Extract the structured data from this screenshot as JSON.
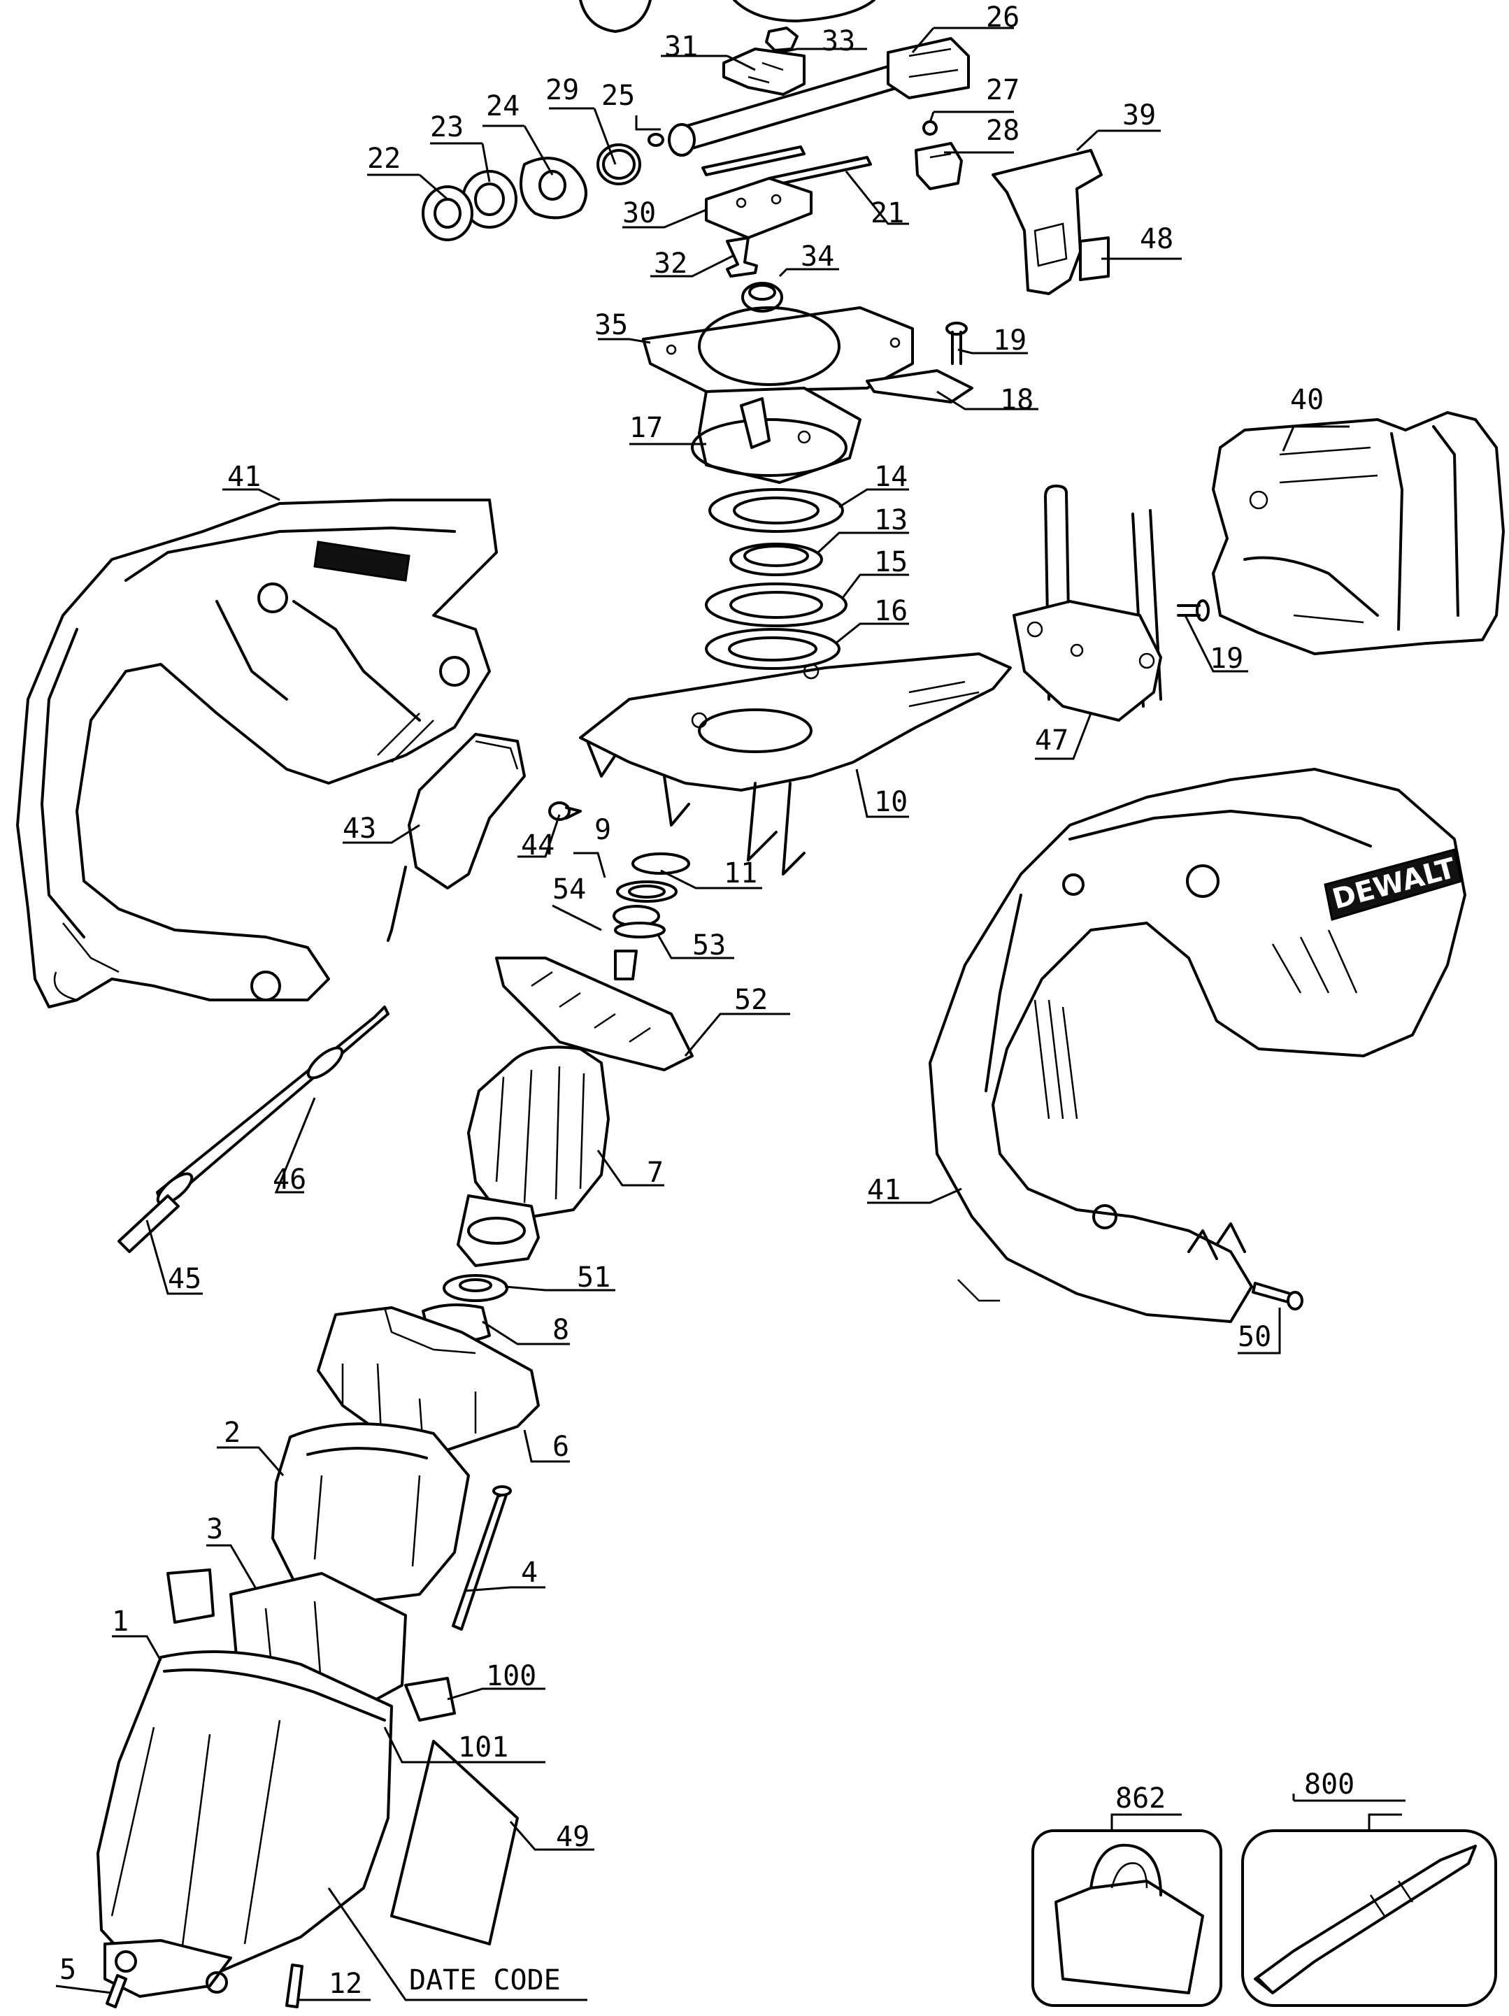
{
  "brand": "DEWALT",
  "callouts": [
    {
      "id": "c1",
      "label": "1"
    },
    {
      "id": "c2",
      "label": "2"
    },
    {
      "id": "c3",
      "label": "3"
    },
    {
      "id": "c4",
      "label": "4"
    },
    {
      "id": "c5",
      "label": "5"
    },
    {
      "id": "c6",
      "label": "6"
    },
    {
      "id": "c7",
      "label": "7"
    },
    {
      "id": "c8",
      "label": "8"
    },
    {
      "id": "c9",
      "label": "9"
    },
    {
      "id": "c10",
      "label": "10"
    },
    {
      "id": "c11",
      "label": "11"
    },
    {
      "id": "c12",
      "label": "12"
    },
    {
      "id": "c13",
      "label": "13"
    },
    {
      "id": "c14",
      "label": "14"
    },
    {
      "id": "c15",
      "label": "15"
    },
    {
      "id": "c16",
      "label": "16"
    },
    {
      "id": "c17",
      "label": "17"
    },
    {
      "id": "c18",
      "label": "18"
    },
    {
      "id": "c19a",
      "label": "19"
    },
    {
      "id": "c19b",
      "label": "19"
    },
    {
      "id": "c21",
      "label": "21"
    },
    {
      "id": "c22",
      "label": "22"
    },
    {
      "id": "c23",
      "label": "23"
    },
    {
      "id": "c24",
      "label": "24"
    },
    {
      "id": "c25",
      "label": "25"
    },
    {
      "id": "c26",
      "label": "26"
    },
    {
      "id": "c27",
      "label": "27"
    },
    {
      "id": "c28",
      "label": "28"
    },
    {
      "id": "c29",
      "label": "29"
    },
    {
      "id": "c30",
      "label": "30"
    },
    {
      "id": "c31",
      "label": "31"
    },
    {
      "id": "c32",
      "label": "32"
    },
    {
      "id": "c33",
      "label": "33"
    },
    {
      "id": "c34",
      "label": "34"
    },
    {
      "id": "c35",
      "label": "35"
    },
    {
      "id": "c39",
      "label": "39"
    },
    {
      "id": "c40",
      "label": "40"
    },
    {
      "id": "c41a",
      "label": "41"
    },
    {
      "id": "c41b",
      "label": "41"
    },
    {
      "id": "c43",
      "label": "43"
    },
    {
      "id": "c44",
      "label": "44"
    },
    {
      "id": "c45",
      "label": "45"
    },
    {
      "id": "c46",
      "label": "46"
    },
    {
      "id": "c47",
      "label": "47"
    },
    {
      "id": "c48",
      "label": "48"
    },
    {
      "id": "c49",
      "label": "49"
    },
    {
      "id": "c50",
      "label": "50"
    },
    {
      "id": "c51",
      "label": "51"
    },
    {
      "id": "c52",
      "label": "52"
    },
    {
      "id": "c53",
      "label": "53"
    },
    {
      "id": "c54",
      "label": "54"
    },
    {
      "id": "c100",
      "label": "100"
    },
    {
      "id": "c101",
      "label": "101"
    },
    {
      "id": "c800",
      "label": "800"
    },
    {
      "id": "c862",
      "label": "862"
    },
    {
      "id": "cdate",
      "label": "DATE CODE"
    }
  ]
}
